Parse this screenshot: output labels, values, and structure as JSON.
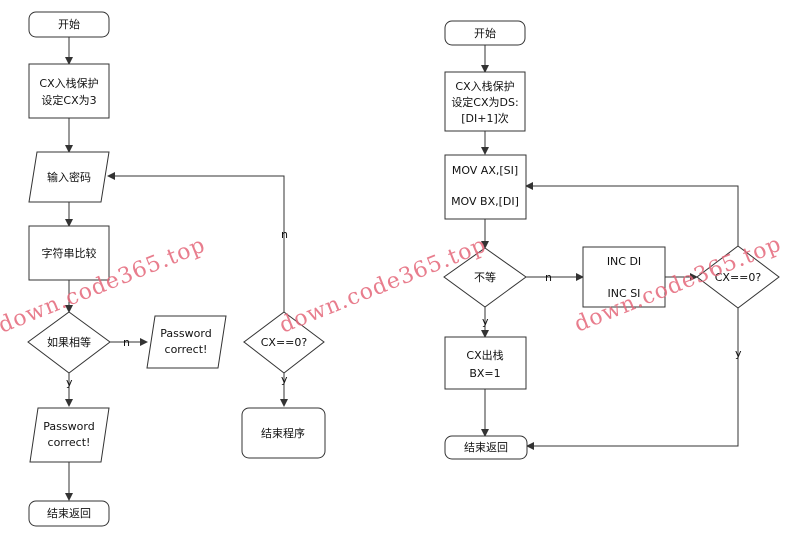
{
  "left_flow": {
    "start": "开始",
    "push": [
      "CX入栈保护",
      "设定CX为3"
    ],
    "input": "输入密码",
    "compare": "字符串比较",
    "if_equal": "如果相等",
    "password_right": [
      "Password",
      "correct!"
    ],
    "password_down": [
      "Password",
      "correct!"
    ],
    "cx_check": "CX==0?",
    "end_program": "结束程序",
    "return": "结束返回",
    "edge_n1": "n",
    "edge_y1": "y",
    "edge_y2": "y",
    "edge_n2": "n"
  },
  "right_flow": {
    "start": "开始",
    "push": [
      "CX入栈保护",
      "设定CX为DS:",
      "[DI+1]次"
    ],
    "mov1": "MOV AX,[SI]",
    "mov2": "MOV BX,[DI]",
    "not_equal": "不等",
    "inc_di": "INC DI",
    "inc_si": "INC SI",
    "cx_check": "CX==0?",
    "pop": [
      "CX出栈",
      "BX=1"
    ],
    "return": "结束返回",
    "edge_n1": "n",
    "edge_y1": "y",
    "edge_y2": "y"
  },
  "watermark": "down.code365.top"
}
